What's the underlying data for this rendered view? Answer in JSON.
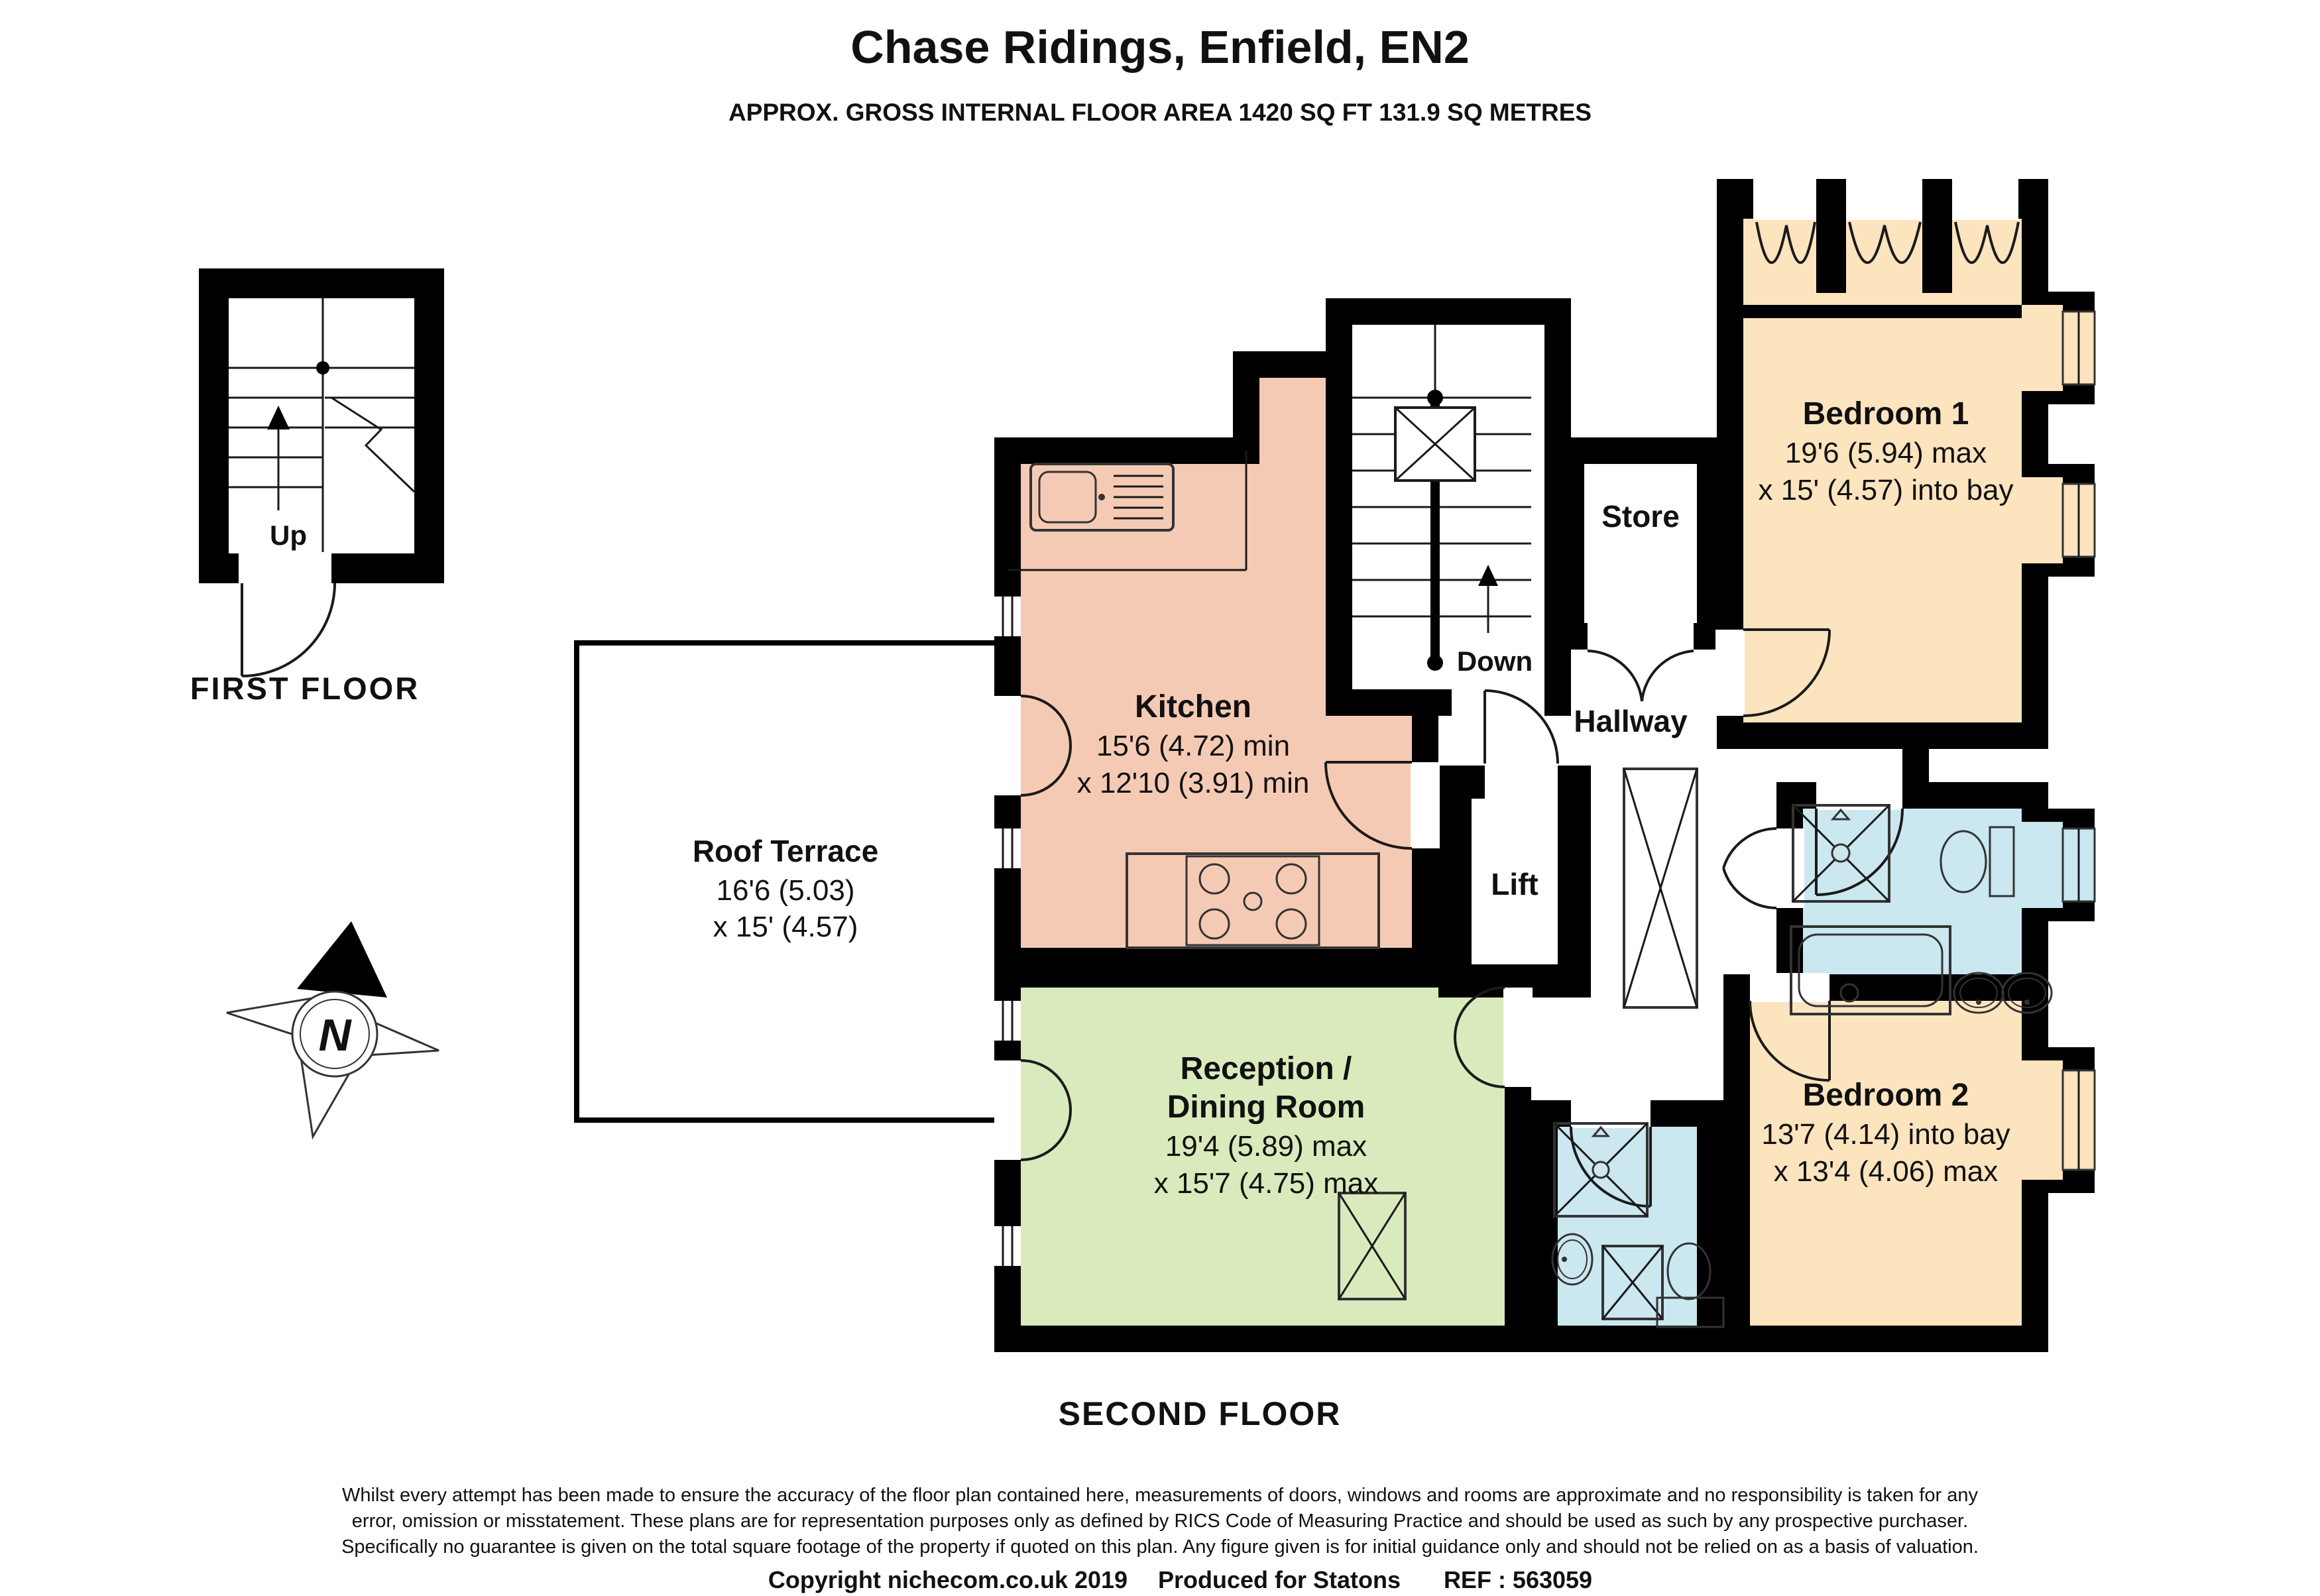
{
  "title": "Chase Ridings, Enfield, EN2",
  "subtitle": "APPROX. GROSS INTERNAL FLOOR AREA 1420 SQ FT 131.9 SQ METRES",
  "floors": {
    "first": "FIRST FLOOR",
    "second": "SECOND FLOOR"
  },
  "compass": {
    "north": "N"
  },
  "stairs": {
    "up": "Up",
    "down": "Down"
  },
  "rooms": {
    "kitchen": {
      "name": "Kitchen",
      "dim1": "15'6 (4.72) min",
      "dim2": "x 12'10 (3.91) min"
    },
    "store": {
      "name": "Store"
    },
    "hallway": {
      "name": "Hallway"
    },
    "lift": {
      "name": "Lift"
    },
    "bedroom1": {
      "name": "Bedroom 1",
      "dim1": "19'6 (5.94) max",
      "dim2": "x 15' (4.57) into bay"
    },
    "bedroom2": {
      "name": "Bedroom 2",
      "dim1": "13'7 (4.14) into bay",
      "dim2": "x 13'4 (4.06) max"
    },
    "reception": {
      "name1": "Reception /",
      "name2": "Dining Room",
      "dim1": "19'4 (5.89) max",
      "dim2": "x 15'7 (4.75) max"
    },
    "terrace": {
      "name": "Roof Terrace",
      "dim1": "16'6 (5.03)",
      "dim2": "x 15' (4.57)"
    }
  },
  "footer": {
    "line1": "Whilst every attempt has been made to ensure the accuracy of the floor plan contained here, measurements of doors, windows and rooms are approximate and no responsibility is taken for any",
    "line2": "error, omission or misstatement. These plans are for representation purposes only as defined by RICS Code of Measuring Practice and should be used as such by any prospective purchaser.",
    "line3": "Specifically no guarantee is given on the total square footage of the property if quoted on this plan. Any figure given is for initial guidance only and should not be relied on as a basis of valuation.",
    "copyright": "Copyright nichecom.co.uk 2019",
    "produced": "Produced for Statons",
    "ref": "REF : 563059"
  },
  "colors": {
    "wall": "#000000",
    "kitchen": "#f5cab4",
    "bedroom": "#fce4bf",
    "reception": "#d9eabc",
    "bathroom": "#cbe7f0",
    "white": "#ffffff"
  }
}
